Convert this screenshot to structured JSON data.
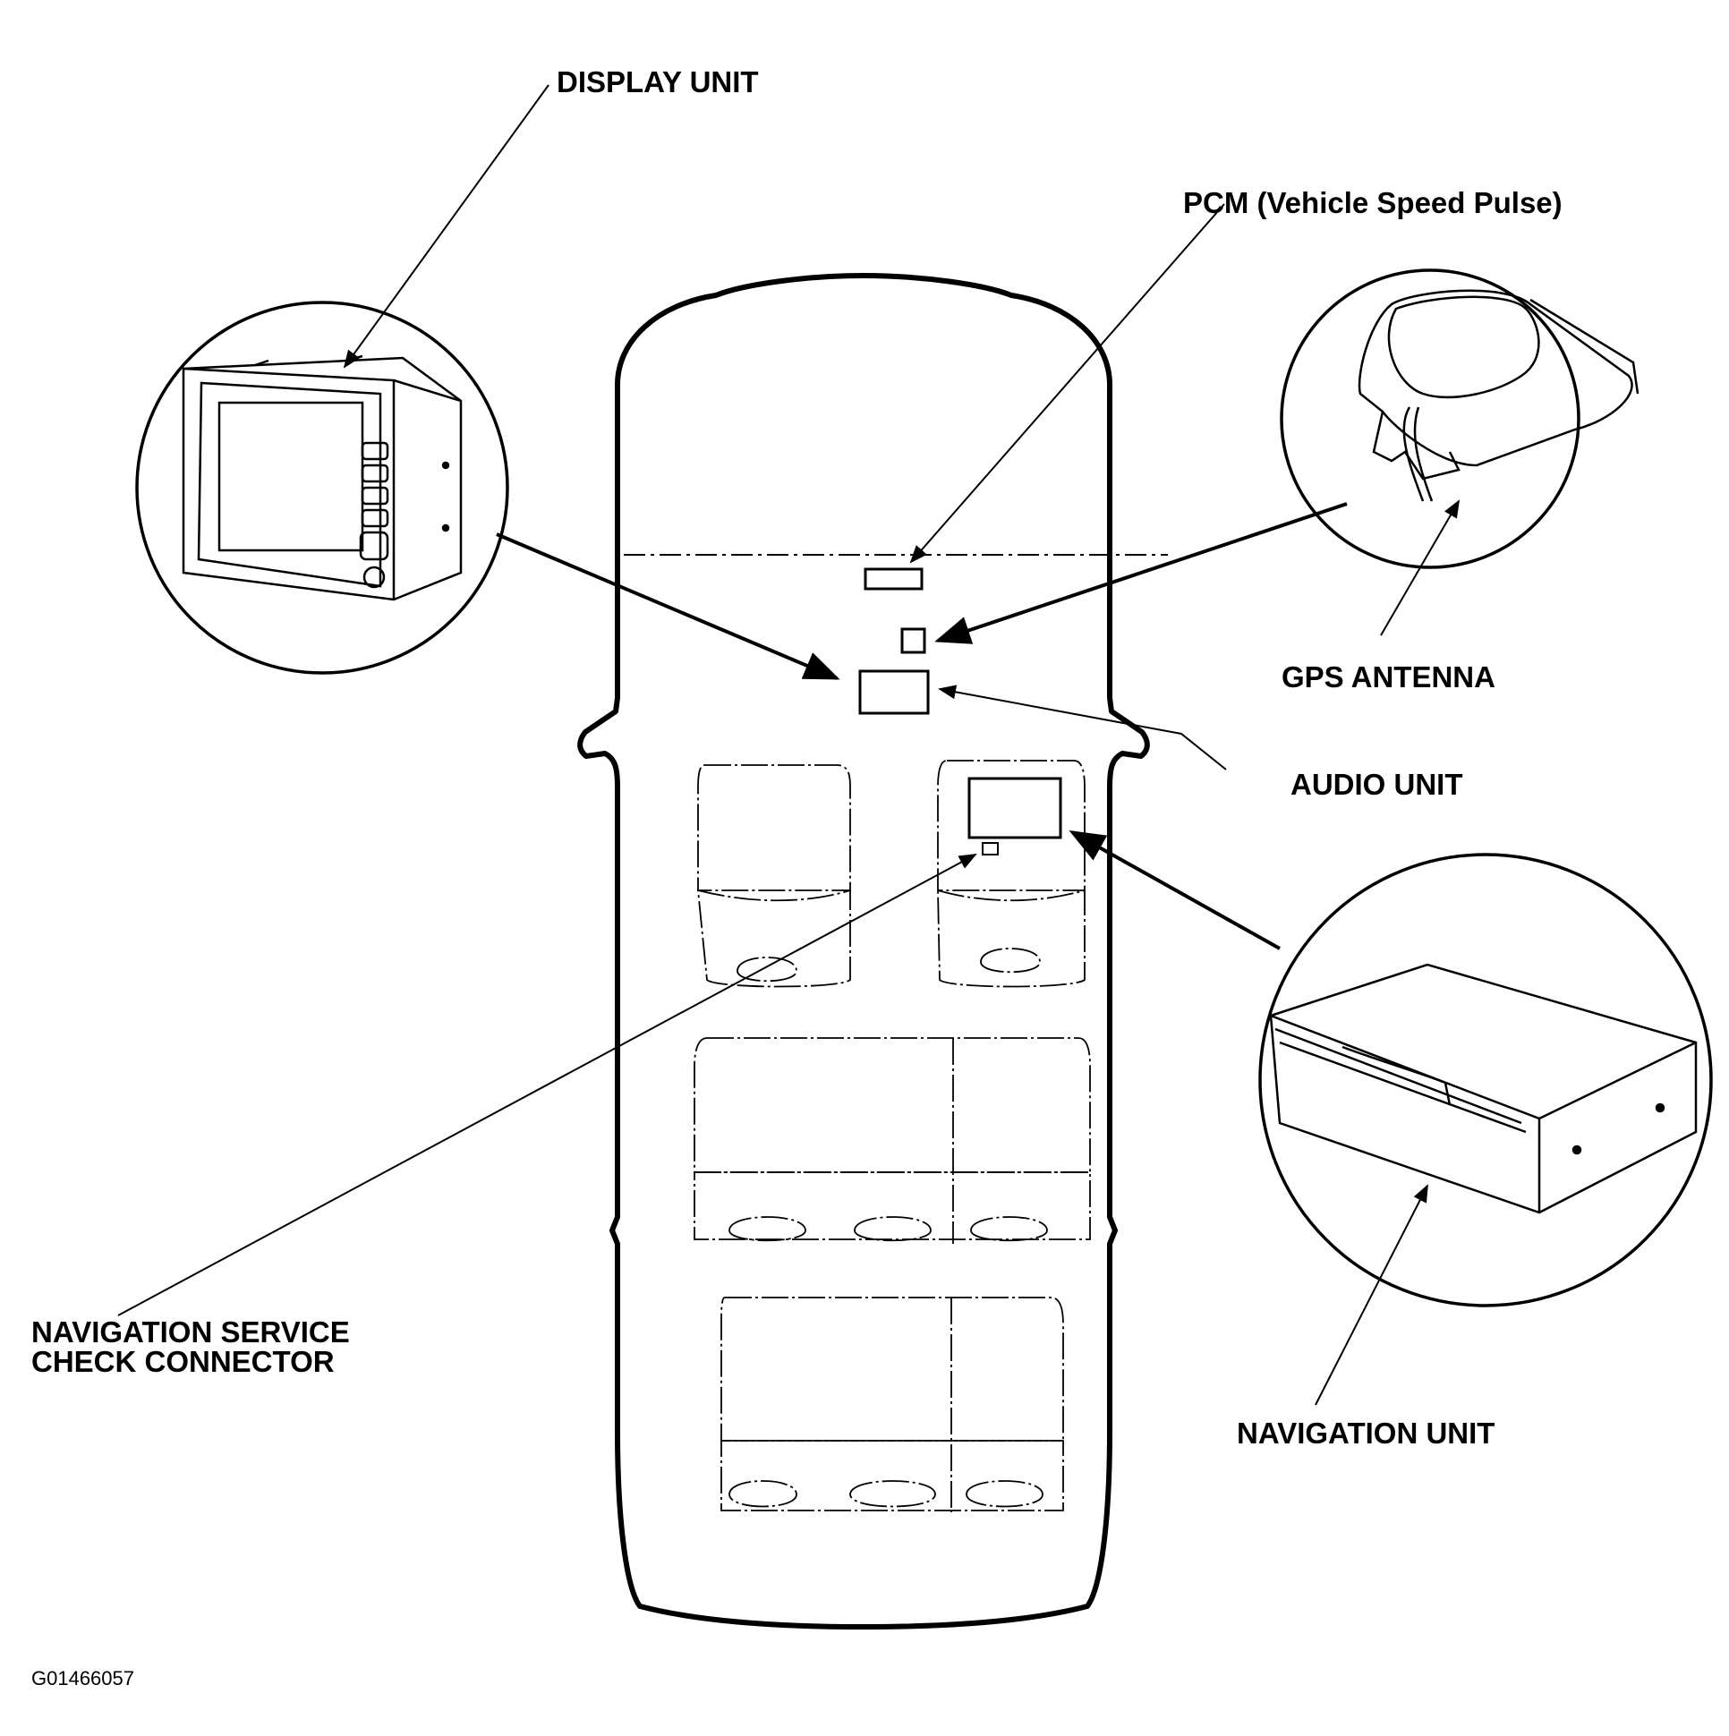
{
  "labels": {
    "display_unit": "DISPLAY UNIT",
    "pcm": "PCM (Vehicle Speed Pulse)",
    "gps_antenna": "GPS ANTENNA",
    "audio_unit": "AUDIO UNIT",
    "navigation_unit": "NAVIGATION UNIT",
    "nav_service_line1": "NAVIGATION SERVICE",
    "nav_service_line2": "CHECK CONNECTOR"
  },
  "figure_code": "G01466057",
  "colors": {
    "ink": "#000000",
    "paper": "#ffffff"
  }
}
